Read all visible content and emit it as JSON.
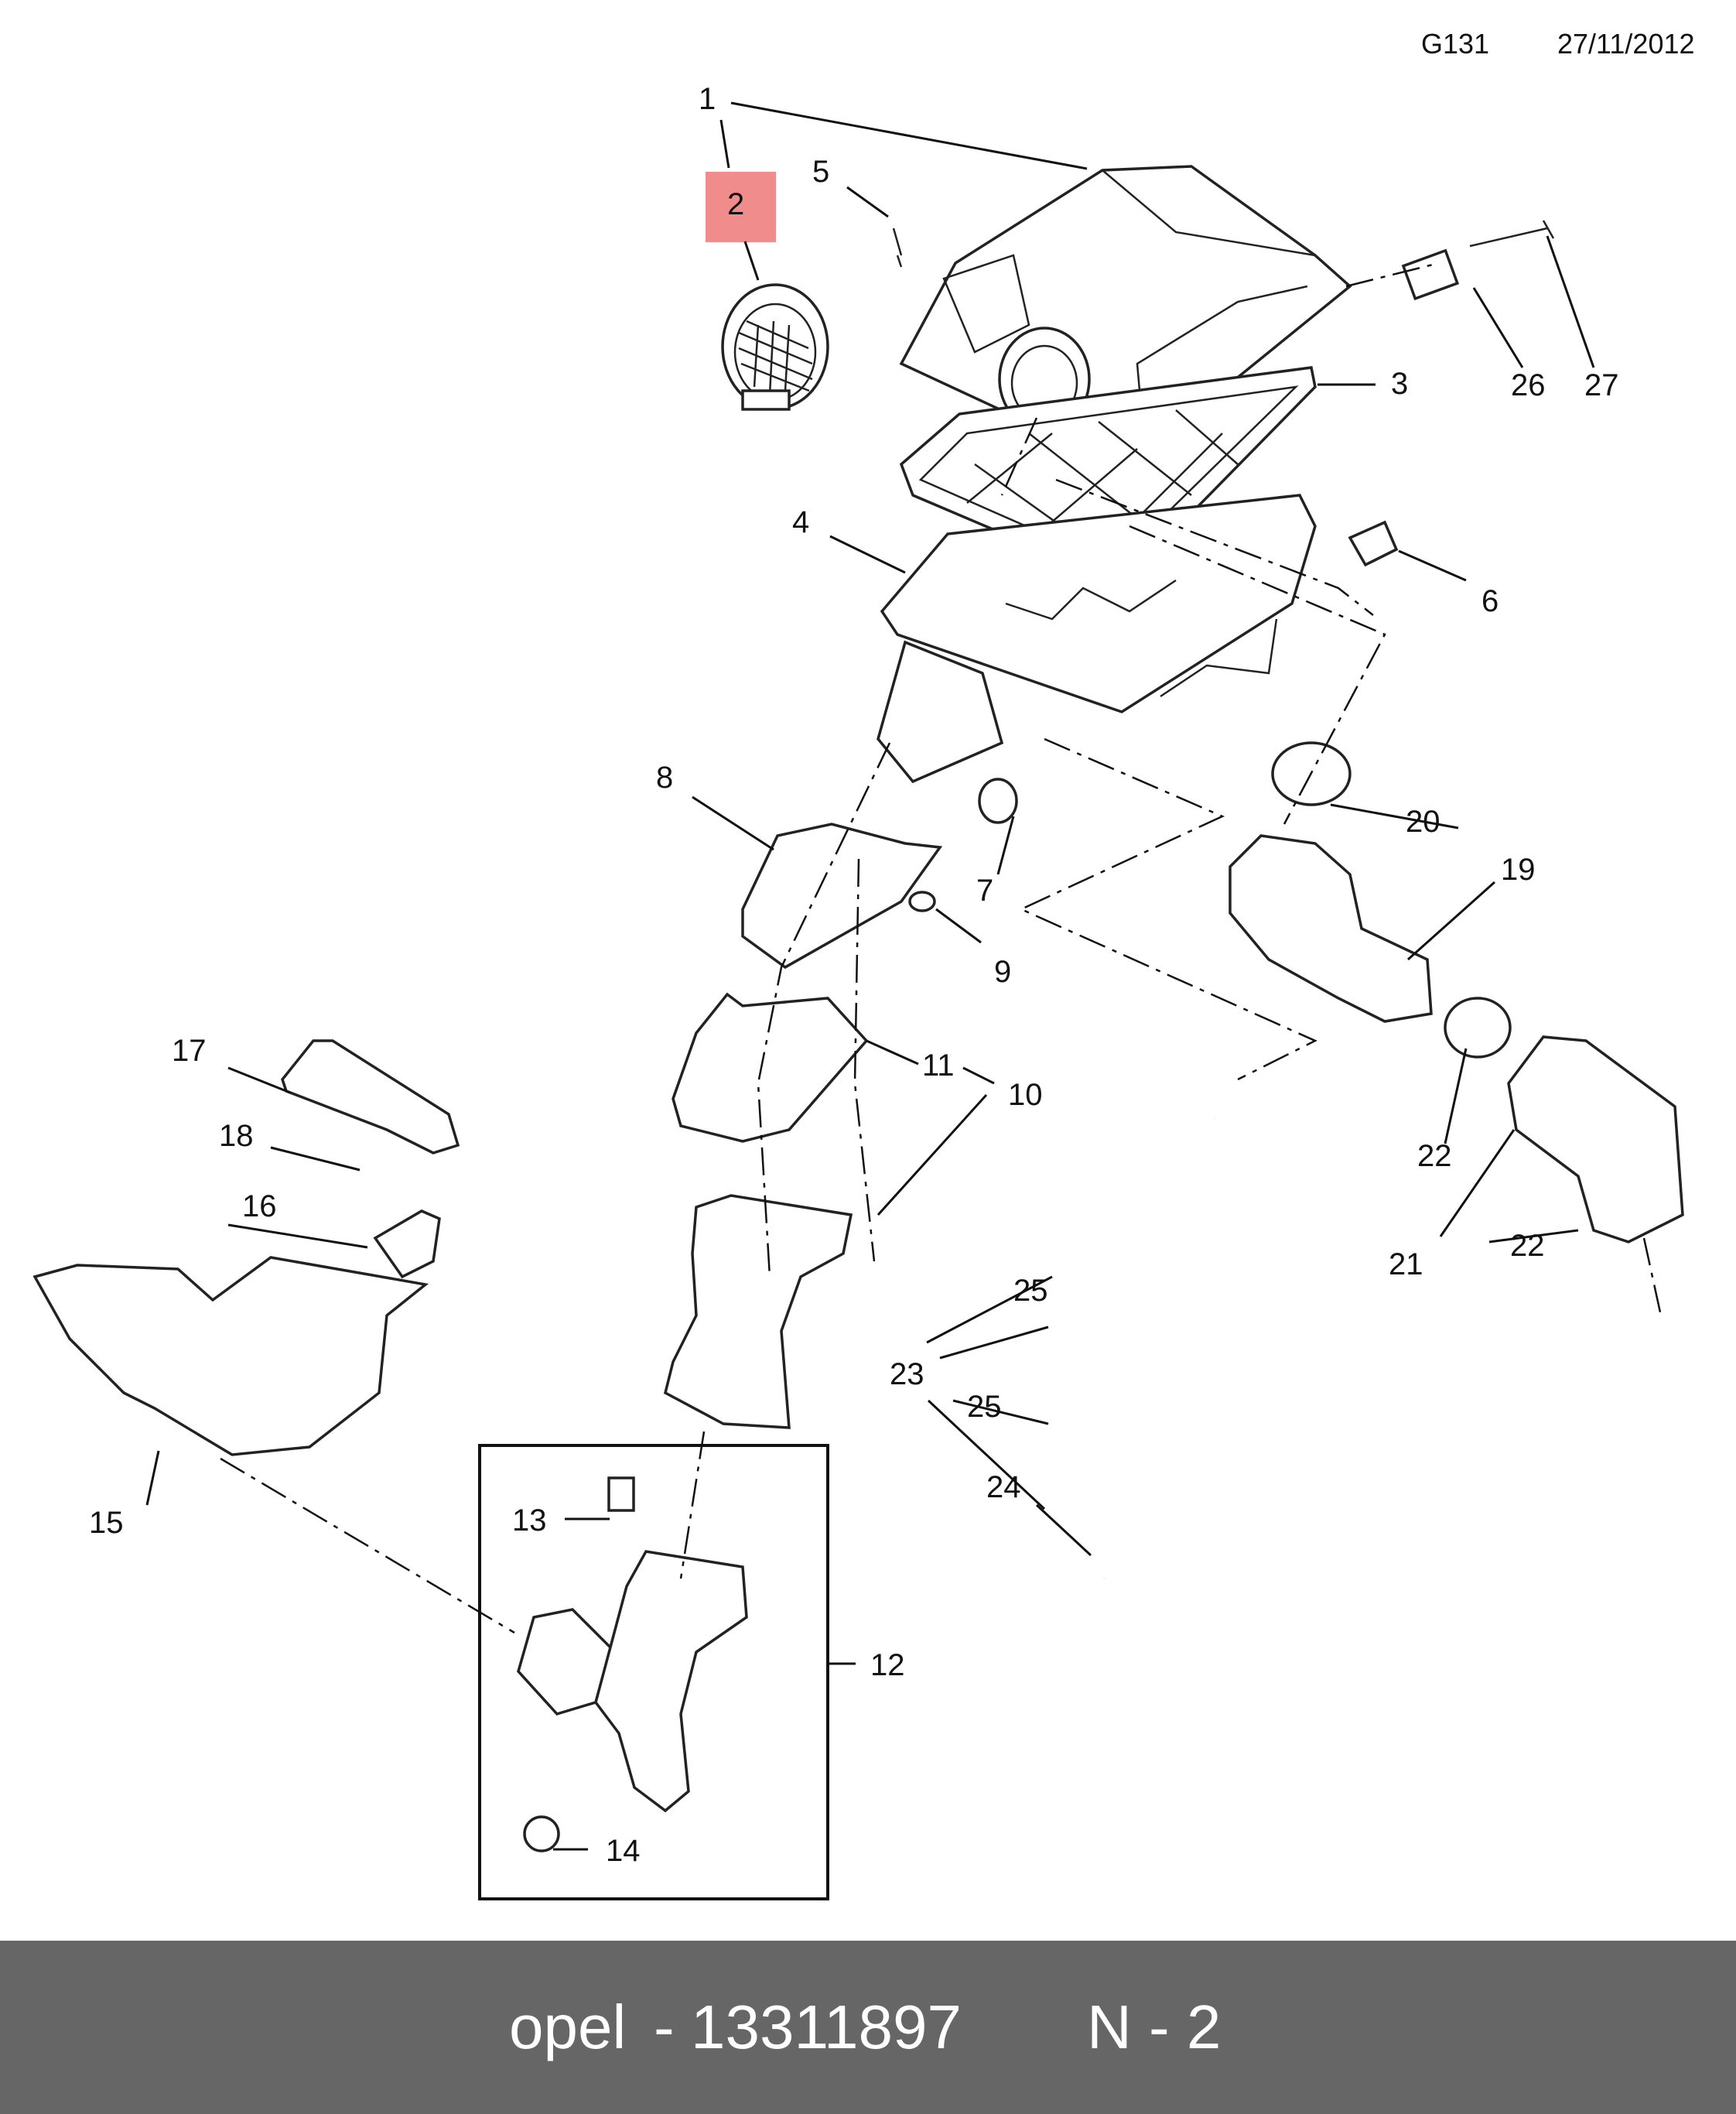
{
  "header": {
    "code": "G131",
    "date": "27/11/2012"
  },
  "highlighted_part": "2",
  "callouts": [
    {
      "id": "c1",
      "label": "1"
    },
    {
      "id": "c2",
      "label": "2"
    },
    {
      "id": "c3",
      "label": "3"
    },
    {
      "id": "c4",
      "label": "4"
    },
    {
      "id": "c5",
      "label": "5"
    },
    {
      "id": "c6",
      "label": "6"
    },
    {
      "id": "c7",
      "label": "7"
    },
    {
      "id": "c8",
      "label": "8"
    },
    {
      "id": "c9",
      "label": "9"
    },
    {
      "id": "c10",
      "label": "10"
    },
    {
      "id": "c11",
      "label": "11"
    },
    {
      "id": "c12",
      "label": "12"
    },
    {
      "id": "c13",
      "label": "13"
    },
    {
      "id": "c14",
      "label": "14"
    },
    {
      "id": "c15",
      "label": "15"
    },
    {
      "id": "c16",
      "label": "16"
    },
    {
      "id": "c17",
      "label": "17"
    },
    {
      "id": "c18",
      "label": "18"
    },
    {
      "id": "c19",
      "label": "19"
    },
    {
      "id": "c20",
      "label": "20"
    },
    {
      "id": "c21",
      "label": "21"
    },
    {
      "id": "c22a",
      "label": "22"
    },
    {
      "id": "c22b",
      "label": "22"
    },
    {
      "id": "c23",
      "label": "23"
    },
    {
      "id": "c24",
      "label": "24"
    },
    {
      "id": "c25a",
      "label": "25"
    },
    {
      "id": "c25b",
      "label": "25"
    },
    {
      "id": "c26",
      "label": "26"
    },
    {
      "id": "c27",
      "label": "27"
    }
  ],
  "footer": {
    "brand": "opel",
    "separator": "-",
    "part_number": "13311897",
    "position": "N - 2"
  },
  "colors": {
    "highlight": "#f08080",
    "footer_bg": "#666666",
    "footer_text": "#ffffff",
    "line": "#111111"
  }
}
